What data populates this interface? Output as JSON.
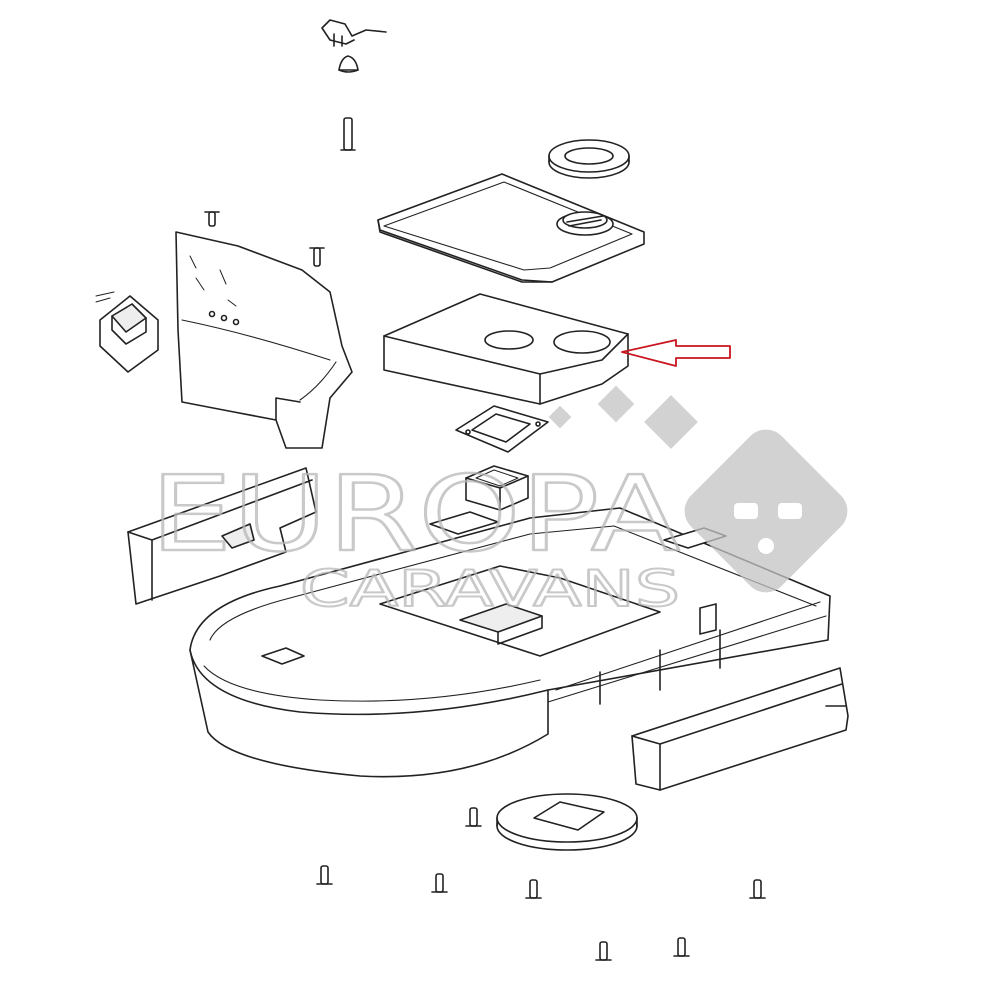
{
  "diagram": {
    "kind": "exploded-parts-view",
    "callout": {
      "shape": "arrow",
      "points_to": "filter-pad",
      "color": "#c8141e"
    }
  },
  "watermark": {
    "line1": "EUROPA",
    "line2": "CARAVANS",
    "color": "#b7b7b7"
  },
  "colors": {
    "line": "#222222",
    "fill": "#ffffff",
    "shade": "#eeeeee"
  }
}
